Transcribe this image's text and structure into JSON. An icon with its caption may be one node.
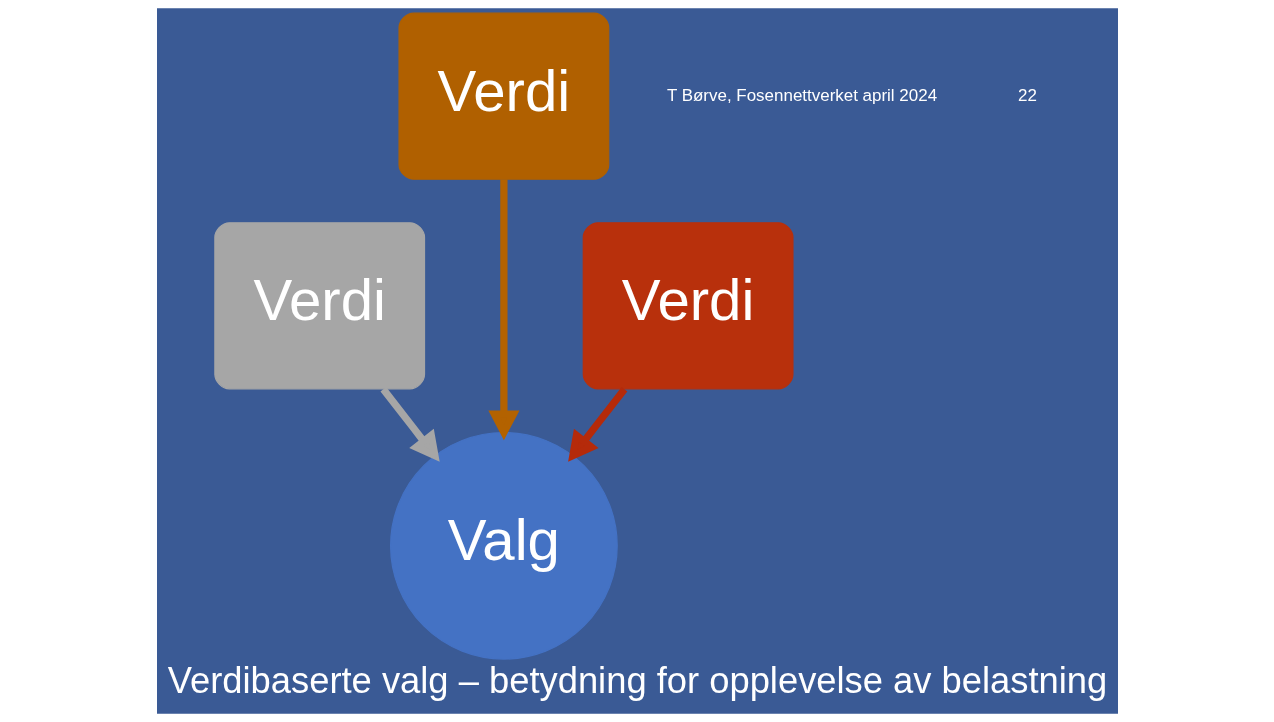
{
  "diagram": {
    "caption": "Verdibaserte valg – betydning for opplevelse av belastning",
    "nodes": [
      {
        "text": [
          "Verdi"
        ]
      },
      {
        "text": [
          "Verdi"
        ]
      },
      {
        "text": [
          "Verdi"
        ]
      },
      {
        "text": [
          "Valg"
        ]
      }
    ],
    "edges": [
      {
        "from": 0,
        "to": 3,
        "arrow": "to",
        "color": "#a6a6a6"
      },
      {
        "from": 1,
        "to": 3,
        "arrow": "to",
        "color": "#b36200"
      },
      {
        "from": 2,
        "to": 3,
        "arrow": "to",
        "color": "#b52a0a"
      }
    ],
    "labels": [
      "T Børve, Fosennettverket april 2024",
      "22"
    ]
  }
}
